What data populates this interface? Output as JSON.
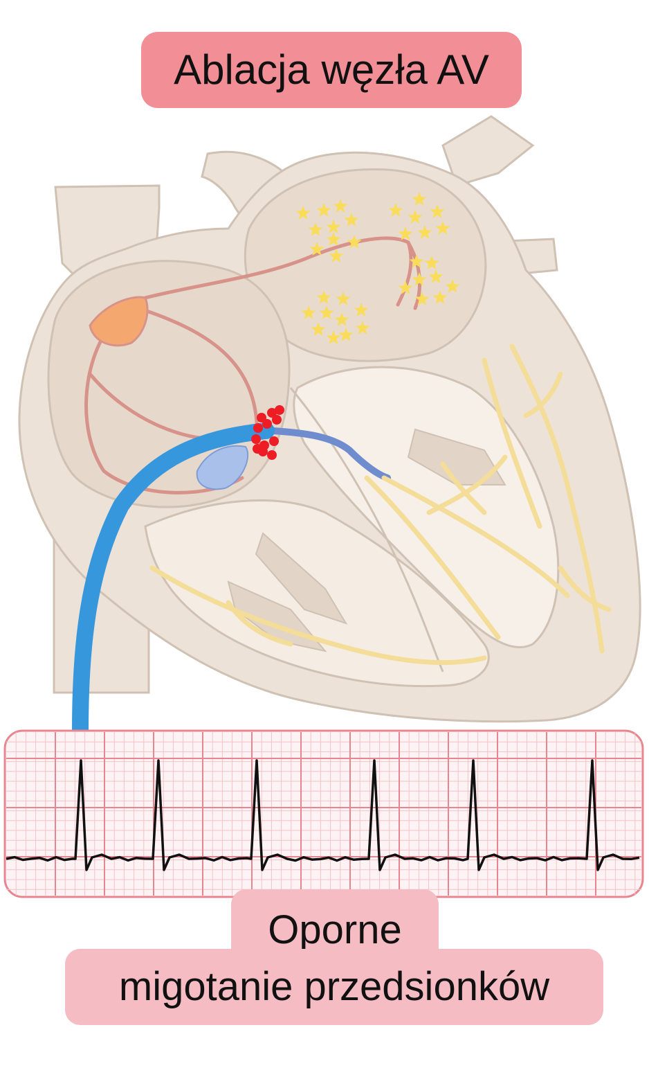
{
  "title": "Ablacja węzła AV",
  "bottom_label": {
    "line1": "Oporne",
    "line2": "migotanie przedsionków"
  },
  "colors": {
    "title_bg": "#f28e96",
    "label_bg": "#f6bcc3",
    "heart_tissue": "#ede2d8",
    "heart_outline": "#cfc1b3",
    "conduction_pathway": "#d7928a",
    "sa_node": "#f4a870",
    "av_node": "#a9c0ea",
    "purkinje_fibers": "#f3dd98",
    "catheter": "#3797dc",
    "ablation_marks": "#ee1c24",
    "fibrillation_stars": "#f8dc5a",
    "ecg_grid_minor": "#f4c2c6",
    "ecg_grid_major": "#e8868f",
    "ecg_trace": "#111111"
  },
  "icons": [
    "heart-anatomy-icon",
    "star-icon",
    "catheter-icon",
    "ecg-trace-icon"
  ]
}
